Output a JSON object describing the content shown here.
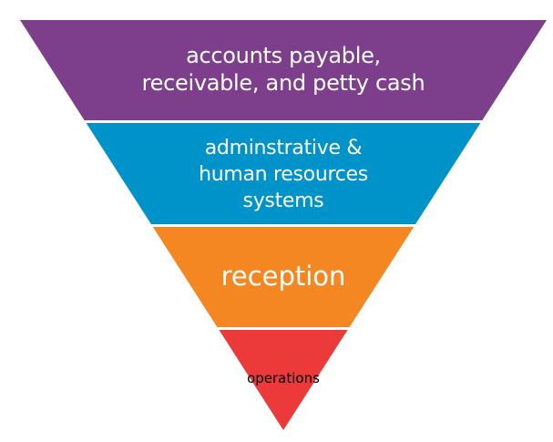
{
  "levels": [
    {
      "lines": [
        "accounts payable,",
        "receivable, and petty cash"
      ],
      "color": "#7d3f8c"
    },
    {
      "lines": [
        "adminstrative &",
        "human resources",
        "systems"
      ],
      "color": "#0093c9"
    },
    {
      "lines": [
        "reception"
      ],
      "color": "#f48722"
    },
    {
      "lines": [
        "operations"
      ],
      "color": "#ec3a3a"
    }
  ]
}
